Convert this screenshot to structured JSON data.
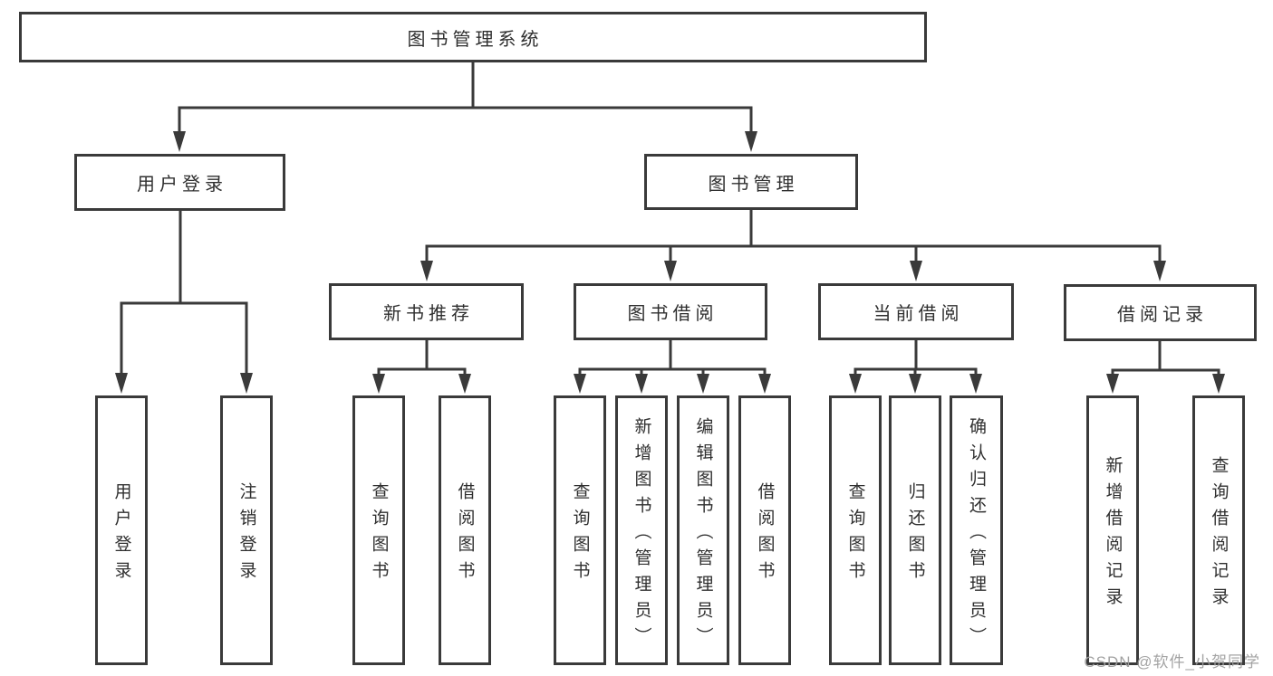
{
  "nodes": {
    "root": {
      "label": "图书管理系统"
    },
    "user_login": {
      "label": "用户登录"
    },
    "book_mgmt": {
      "label": "图书管理"
    },
    "new_book_rec": {
      "label": "新书推荐"
    },
    "book_borrow": {
      "label": "图书借阅"
    },
    "current_borrow": {
      "label": "当前借阅"
    },
    "borrow_record": {
      "label": "借阅记录"
    },
    "leaves": {
      "user_login": "用户登录",
      "logout": "注销登录",
      "query_book_1": "查询图书",
      "borrow_book_1": "借阅图书",
      "query_book_2": "查询图书",
      "add_book": "新增图书（管理员）",
      "edit_book": "编辑图书（管理员）",
      "borrow_book_2": "借阅图书",
      "query_book_3": "查询图书",
      "return_book": "归还图书",
      "confirm_return": "确认归还（管理员）",
      "add_record": "新增借阅记录",
      "query_record": "查询借阅记录"
    }
  },
  "watermark": {
    "text": "CSDN @软件_小贺同学"
  },
  "colors": {
    "line": "#3a3a3a",
    "box_border": "#3a3a3a",
    "text": "#2f2f2f",
    "watermark": "#9e9e9e",
    "background": "#ffffff"
  }
}
